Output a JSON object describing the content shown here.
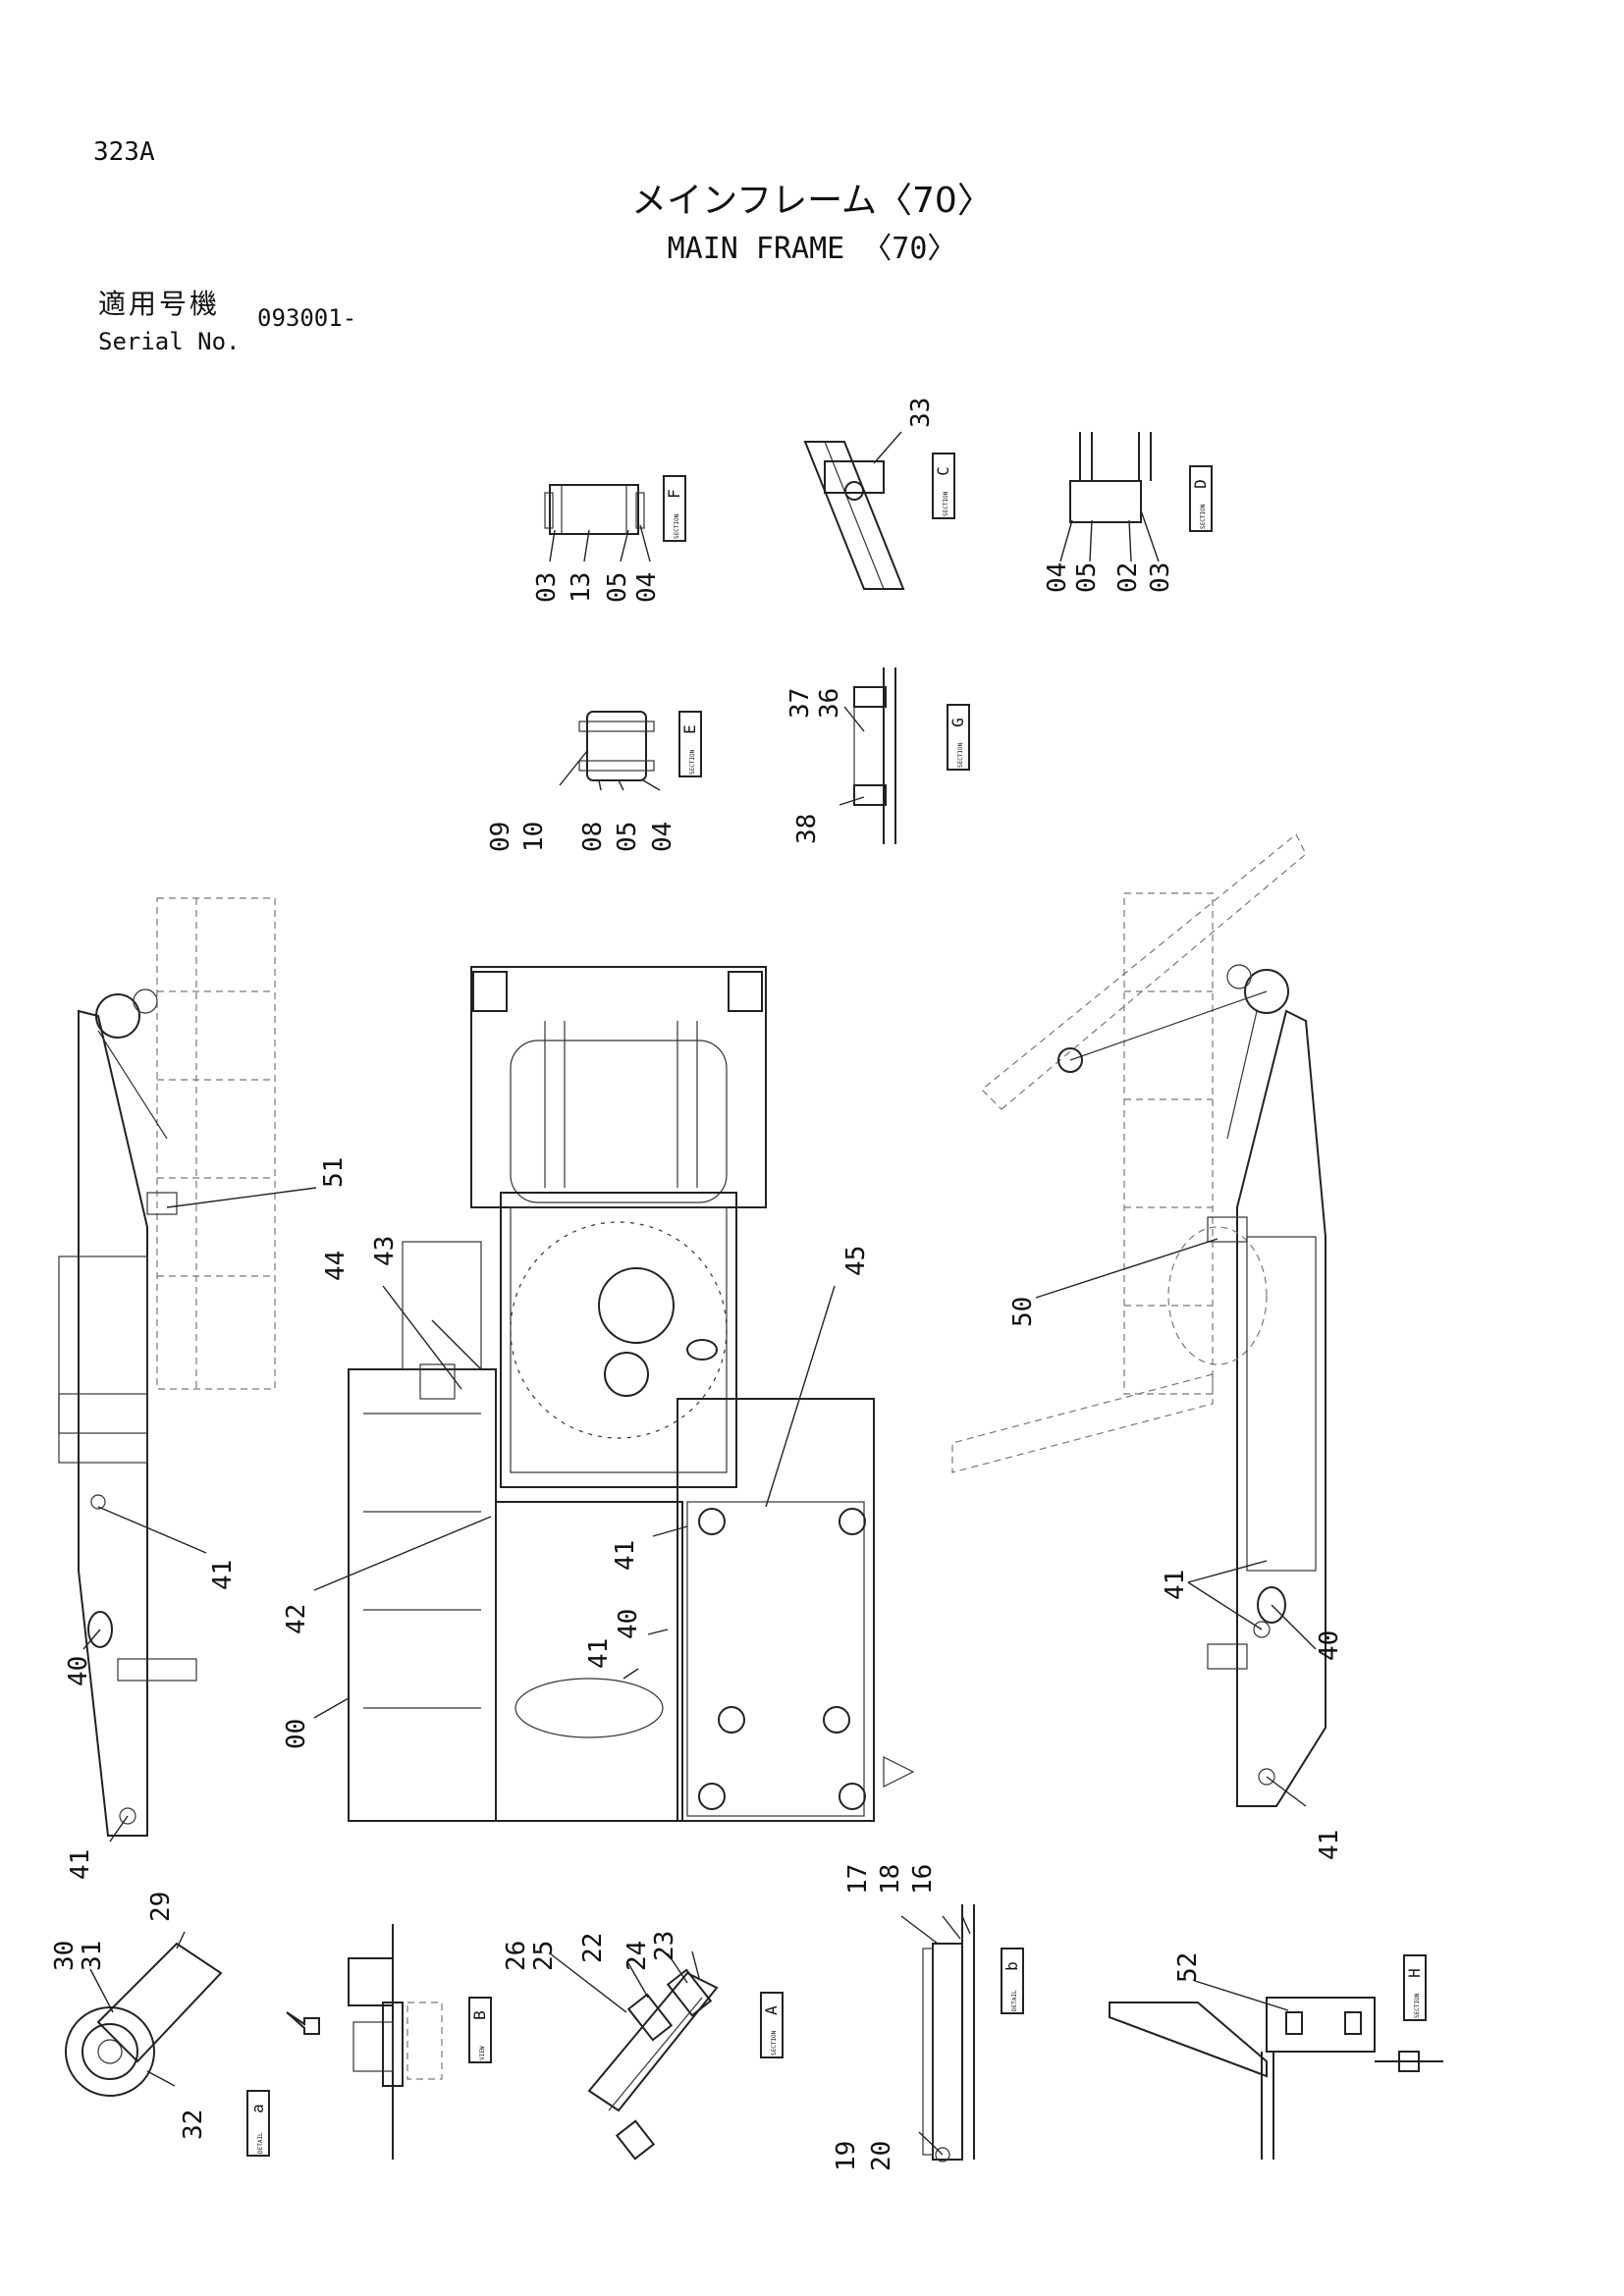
{
  "header": {
    "page_no": "323A",
    "title_jp": "メインフレーム〈70〉",
    "title_en": "MAIN FRAME 〈70〉",
    "applicable_jp": "適用号機",
    "serial_label": "Serial No.",
    "serial_value": "093001-"
  },
  "tags": [
    {
      "id": "F",
      "kind": "SECTION"
    },
    {
      "id": "C",
      "kind": "SECTION"
    },
    {
      "id": "D",
      "kind": "SECTION"
    },
    {
      "id": "E",
      "kind": "SECTION"
    },
    {
      "id": "G",
      "kind": "SECTION"
    },
    {
      "id": "B",
      "kind": "VIEW"
    },
    {
      "id": "a",
      "kind": "DETAIL"
    },
    {
      "id": "A",
      "kind": "SECTION"
    },
    {
      "id": "b",
      "kind": "DETAIL"
    },
    {
      "id": "H",
      "kind": "SECTION"
    }
  ],
  "callouts": {
    "sec_f": [
      "03",
      "13",
      "05",
      "04"
    ],
    "sec_c": [
      "33"
    ],
    "sec_d": [
      "04",
      "05",
      "02",
      "03"
    ],
    "sec_e": [
      "09",
      "10",
      "08",
      "05",
      "04"
    ],
    "sec_g": [
      "37",
      "36",
      "38"
    ],
    "left_side": [
      "51",
      "41",
      "40",
      "41"
    ],
    "plan": [
      "44",
      "43",
      "45",
      "41",
      "42",
      "40",
      "41",
      "00"
    ],
    "right_side": [
      "50",
      "41",
      "40",
      "41"
    ],
    "detail_a": [
      "30",
      "31",
      "29",
      "32"
    ],
    "sec_a": [
      "26",
      "25",
      "22",
      "24",
      "23"
    ],
    "detail_b": [
      "17",
      "18",
      "16",
      "19",
      "20"
    ],
    "sec_h": [
      "52"
    ]
  }
}
